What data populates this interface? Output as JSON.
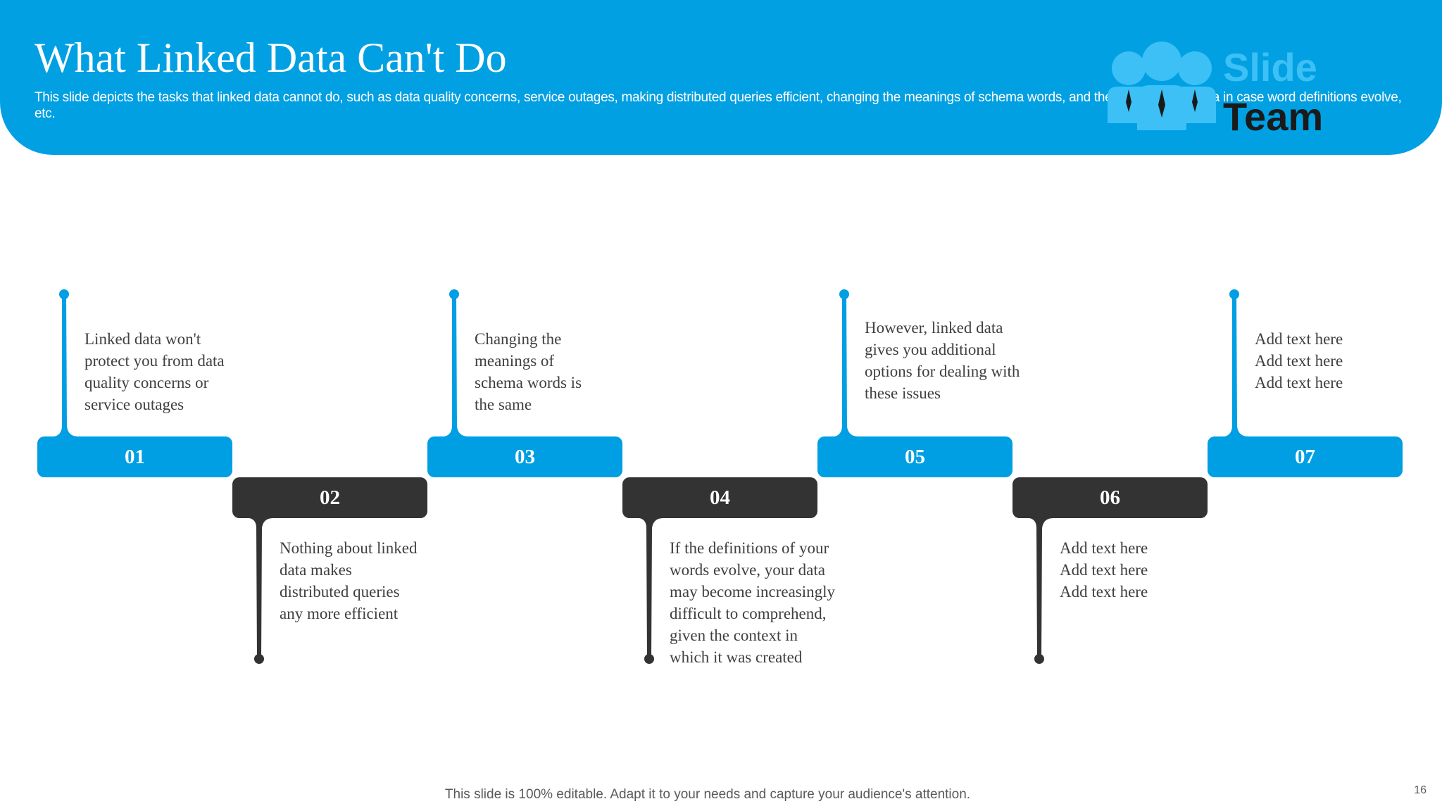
{
  "slide": {
    "title": "What Linked Data Can't Do",
    "subtitle": "This slide depicts the tasks that linked data cannot do, such as data quality concerns, service outages, making distributed queries efficient, changing the meanings of schema words, and the complexity of data in case word definitions evolve, etc.",
    "footer": "This slide is 100% editable. Adapt it to your needs and capture your audience's attention.",
    "page_number": "16"
  },
  "logo": {
    "line1": "Slide",
    "line2": "Team",
    "icon": "team-people-icon"
  },
  "colors": {
    "blue": "#009fe3",
    "dark": "#333333",
    "header": "#00a0e3"
  },
  "timeline": [
    {
      "num": "01",
      "lines": [
        "Linked data won't",
        "protect you from data",
        "quality concerns or",
        "service outages"
      ]
    },
    {
      "num": "02",
      "lines": [
        "Nothing about linked",
        "data makes",
        "distributed queries",
        "any more efficient"
      ]
    },
    {
      "num": "03",
      "lines": [
        "Changing the",
        "meanings of",
        "schema words is",
        "the same"
      ]
    },
    {
      "num": "04",
      "lines": [
        "If the definitions of your",
        "words evolve, your data",
        "may become increasingly",
        "difficult to comprehend,",
        "given the context in",
        "which it was created"
      ]
    },
    {
      "num": "05",
      "lines": [
        "However, linked data",
        "gives you additional",
        "options for dealing with",
        "these issues"
      ]
    },
    {
      "num": "06",
      "lines": [
        "Add text here",
        "Add text here",
        "Add text here"
      ]
    },
    {
      "num": "07",
      "lines": [
        "Add text here",
        "Add text here",
        "Add text here"
      ]
    }
  ]
}
